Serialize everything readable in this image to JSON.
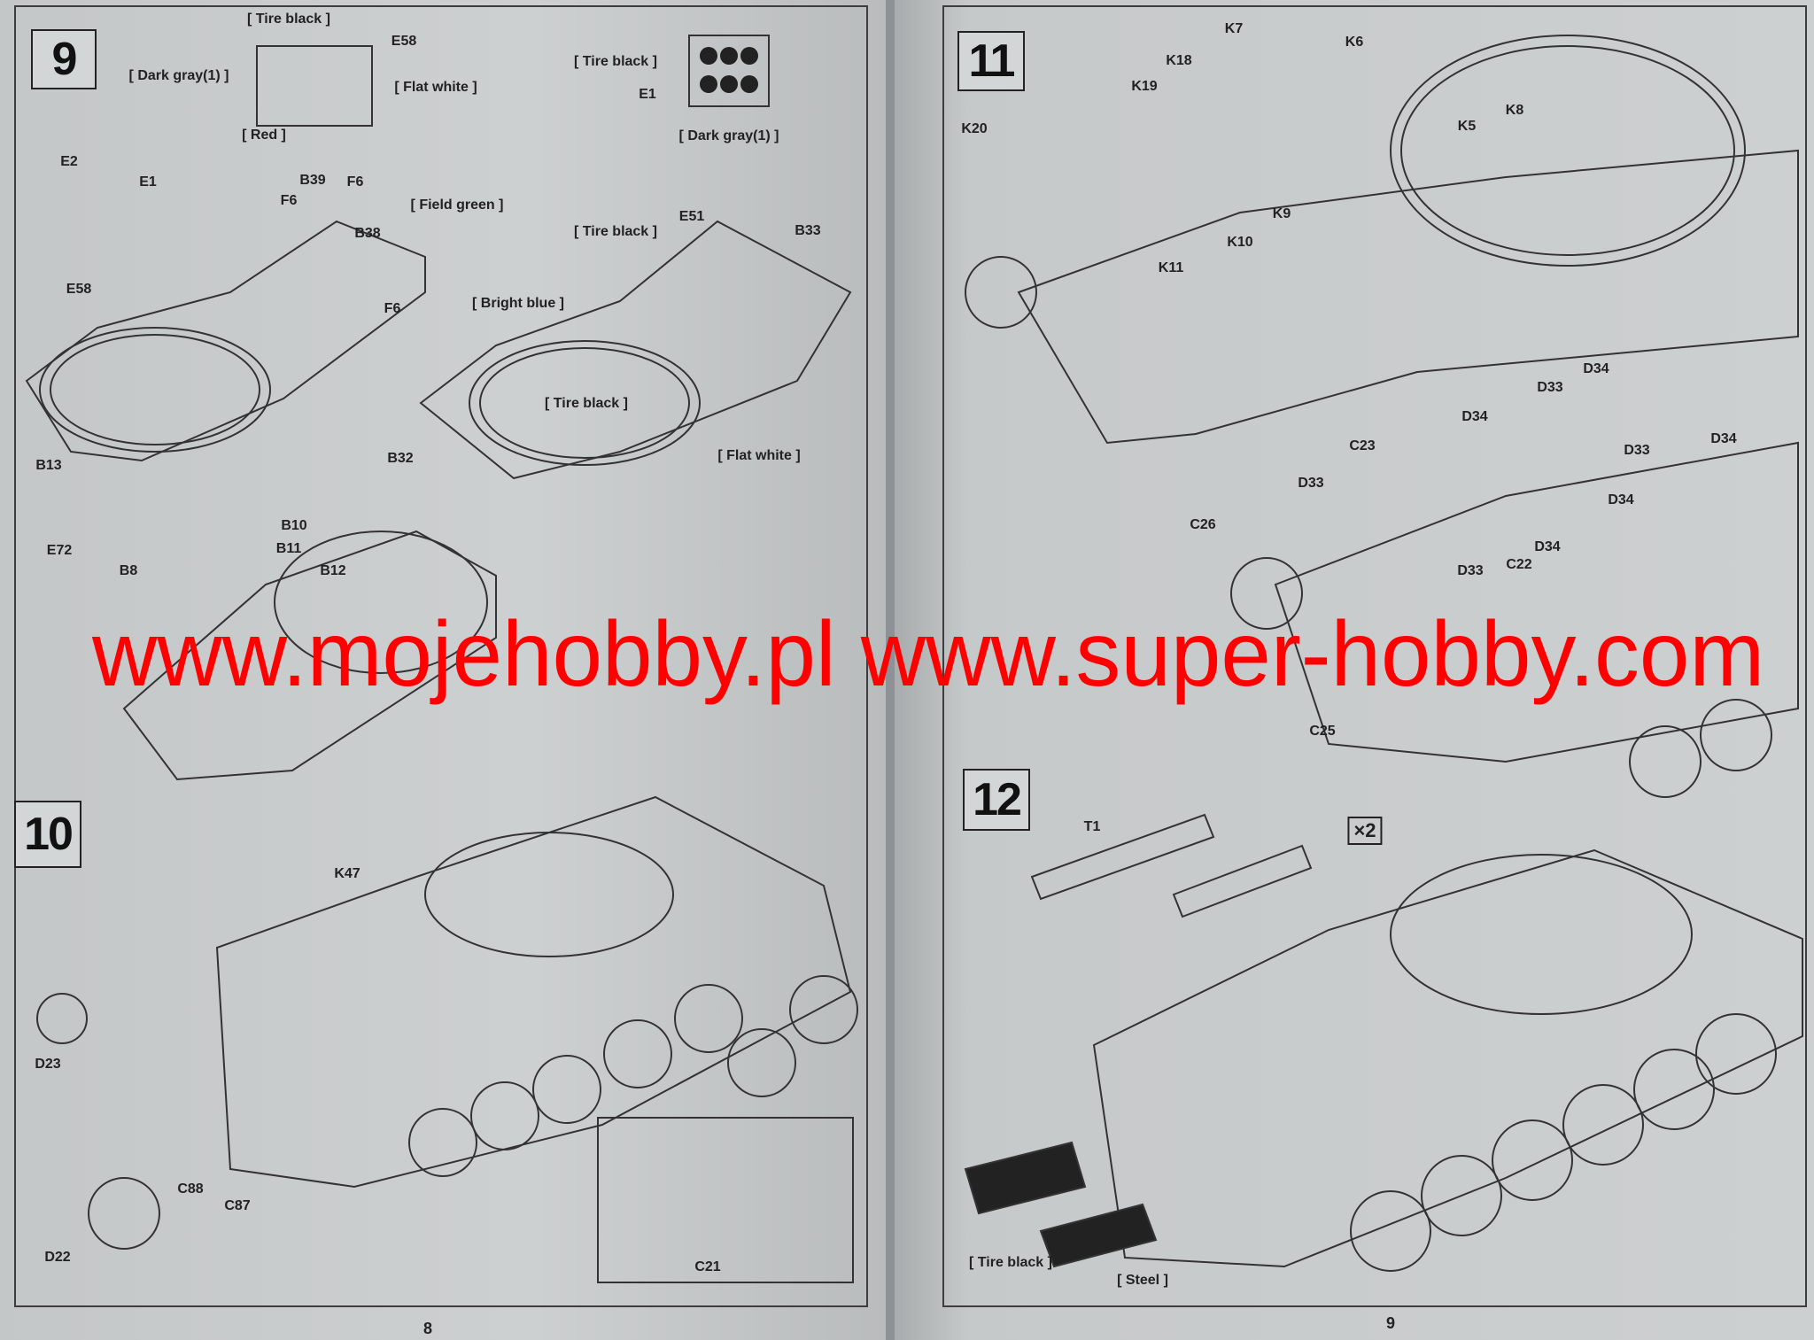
{
  "pages": [
    {
      "number": "8",
      "steps": [
        {
          "number": "9",
          "labels": [
            "[ Tire black ]",
            "E58",
            "[ Dark gray(1) ]",
            "[ Flat white ]",
            "[ Red ]",
            "[ Tire black ]",
            "E1",
            "[ Dark gray(1) ]",
            "E2",
            "E1",
            "E58",
            "B39",
            "F6",
            "F6",
            "[ Field green ]",
            "B38",
            "F6",
            "E51",
            "[ Tire black ]",
            "B33",
            "[ Bright blue ]",
            "[ Tire black ]",
            "[ Flat white ]",
            "B13",
            "B32",
            "B10",
            "B11",
            "B12",
            "B8",
            "E72"
          ]
        },
        {
          "number": "10",
          "labels": [
            "K47",
            "D23",
            "C88",
            "C87",
            "D22",
            "C21"
          ]
        }
      ]
    },
    {
      "number": "9",
      "steps": [
        {
          "number": "11",
          "labels": [
            "K7",
            "K6",
            "K18",
            "K19",
            "K20",
            "K5",
            "K8",
            "K9",
            "K10",
            "K11",
            "D33",
            "D34",
            "D34",
            "D33",
            "D34",
            "C23",
            "D33",
            "D34",
            "C26",
            "D34",
            "C22",
            "D33",
            "C25"
          ]
        },
        {
          "number": "12",
          "labels": [
            "T1",
            "×2",
            "[ Tire black ]",
            "[ Steel ]"
          ]
        }
      ]
    }
  ],
  "watermark": "www.mojehobby.pl www.super-hobby.com",
  "colors": {
    "watermark": "#ff0000",
    "paper": "#c8cbcc",
    "ink": "#222222"
  }
}
